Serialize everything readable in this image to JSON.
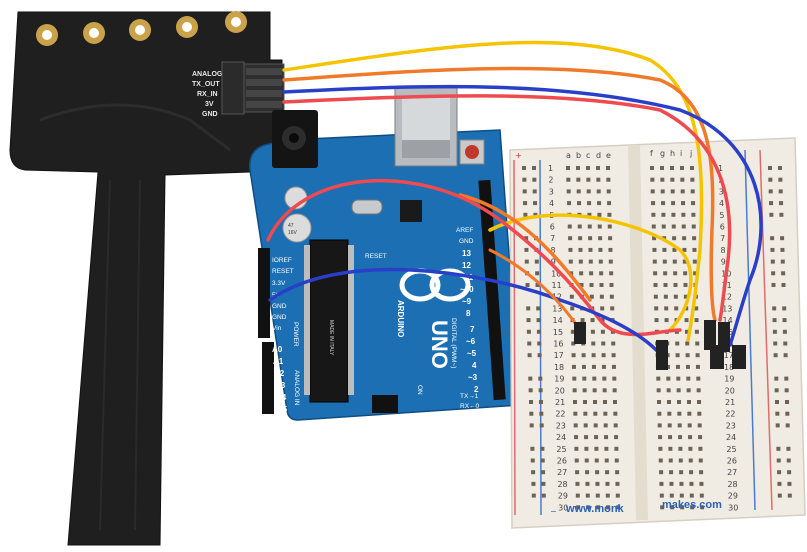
{
  "sensor": {
    "pin_labels": [
      "ANALOG",
      "TX_OUT",
      "RX_IN",
      "3V",
      "GND"
    ]
  },
  "arduino": {
    "brand": "ARDUINO",
    "model": "UNO",
    "left_header_labels": [
      "IOREF",
      "RESET",
      "3.3V",
      "5V",
      "GND",
      "GND",
      "Vin"
    ],
    "analog_labels": [
      "A0",
      "A1",
      "A2",
      "A3",
      "A4",
      "A5"
    ],
    "power_label": "POWER",
    "analog_in_label": "ANALOG IN",
    "digital_label": "DIGITAL (PWM~)",
    "aref_label": "AREF",
    "gnd_label": "GND",
    "digital_pins": [
      "13",
      "12",
      "~11",
      "~10",
      "~9",
      "8",
      "7",
      "~6",
      "~5",
      "4",
      "~3",
      "2",
      "TX→1",
      "RX←0"
    ],
    "on_label": "ON",
    "reset_label": "RESET",
    "made_in": "MADE IN ITALY",
    "capacitor_labels": [
      "47",
      "16V"
    ]
  },
  "breadboard": {
    "column_letters_left": [
      "a",
      "b",
      "c",
      "d",
      "e"
    ],
    "column_letters_right": [
      "f",
      "g",
      "h",
      "i",
      "j"
    ],
    "row_numbers": [
      "1",
      "2",
      "3",
      "4",
      "5",
      "6",
      "7",
      "8",
      "9",
      "10",
      "11",
      "12",
      "13",
      "14",
      "15",
      "16",
      "17",
      "18",
      "19",
      "20",
      "21",
      "22",
      "23",
      "24",
      "25",
      "26",
      "27",
      "28",
      "29",
      "30"
    ],
    "url_left": "www.monk",
    "url_right": "makes.com",
    "rail_plus": "+",
    "rail_minus": "−"
  },
  "colors": {
    "arduino_blue": "#1b6fb2",
    "sensor_black": "#1f1f1f",
    "gold_pad": "#c9a24a",
    "wire_yellow": "#f5c400",
    "wire_orange": "#f07a2a",
    "wire_blue": "#2a3fc8",
    "wire_red": "#ef4a4f",
    "breadboard": "#f1ece3"
  }
}
